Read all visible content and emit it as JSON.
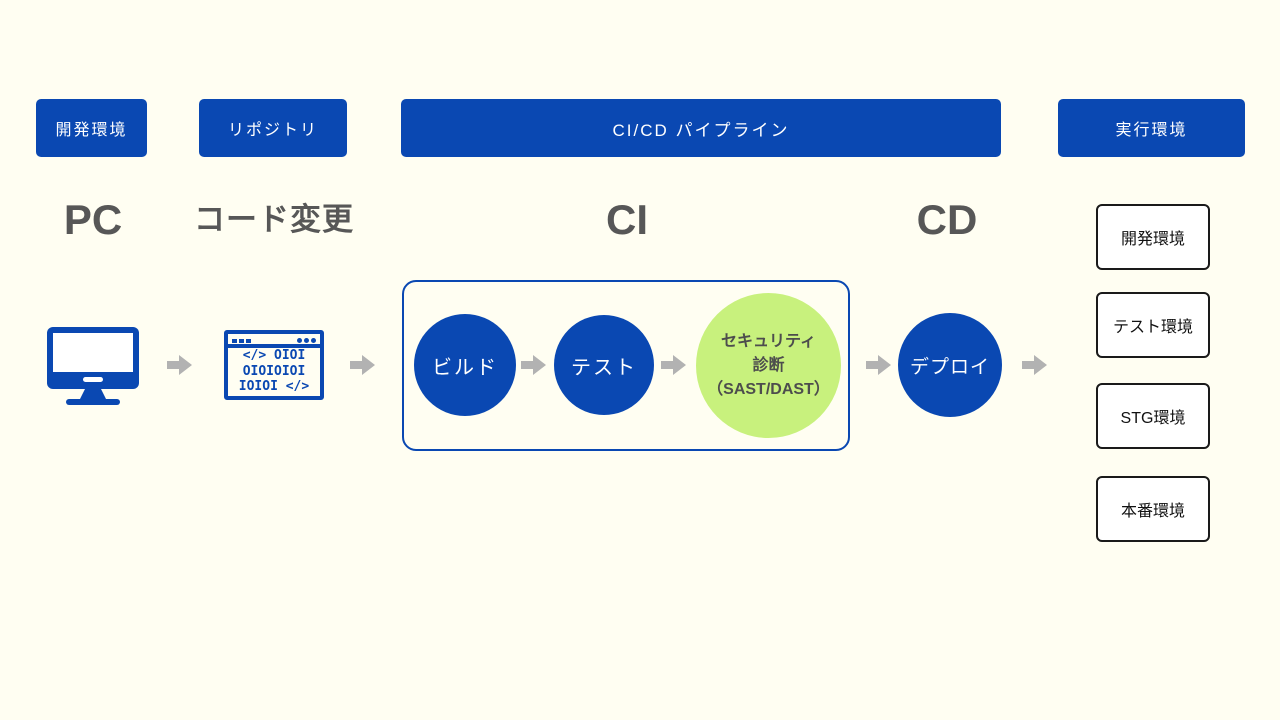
{
  "colors": {
    "background": "#FFFEF2",
    "primary_blue": "#0A48B2",
    "accent_green": "#C8F17D",
    "arrow_gray": "#B2B2B2",
    "label_gray": "#575757",
    "env_box_border": "#1A1A1A"
  },
  "headers": {
    "dev_env": "開発環境",
    "repository": "リポジトリ",
    "pipeline": "CI/CD パイプライン",
    "runtime": "実行環境"
  },
  "stage_labels": {
    "pc": "PC",
    "code_change": "コード変更",
    "ci": "CI",
    "cd": "CD"
  },
  "steps": {
    "build": "ビルド",
    "test": "テスト",
    "security": {
      "line1": "セキュリティ",
      "line2": "診断",
      "line3": "（SAST/DAST）"
    },
    "deploy": "デプロイ"
  },
  "environments": [
    "開発環境",
    "テスト環境",
    "STG環境",
    "本番環境"
  ],
  "repo_icon_text": [
    "</> OIOI",
    "OIOIOIOI",
    "IOIOI </>"
  ],
  "icons": {
    "pc": "monitor-icon",
    "repository": "code-window-icon",
    "flow": "arrow-right-icon"
  }
}
